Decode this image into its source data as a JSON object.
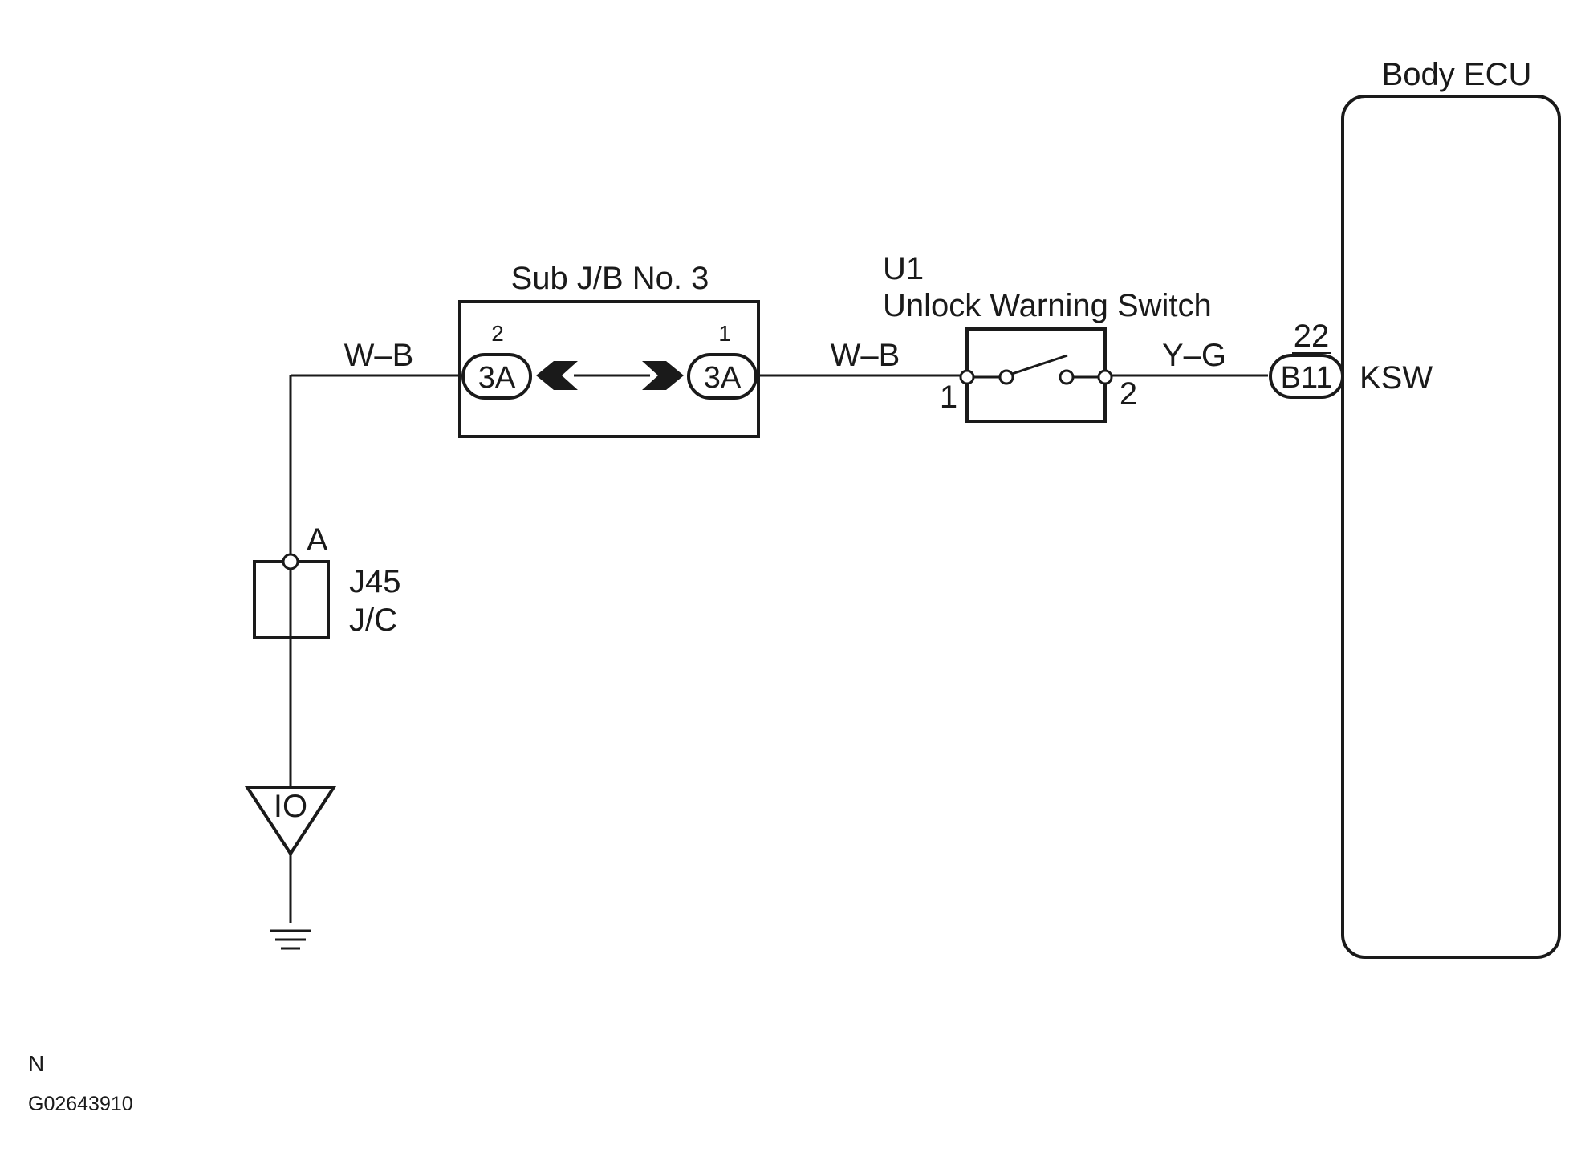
{
  "body_ecu": {
    "title": "Body ECU",
    "pin_number": "22",
    "connector": "B11",
    "terminal": "KSW"
  },
  "sub_jb": {
    "title": "Sub J/B No. 3",
    "left_pin": "2",
    "left_connector": "3A",
    "right_pin": "1",
    "right_connector": "3A"
  },
  "switch": {
    "code": "U1",
    "title": "Unlock Warning Switch",
    "pin_left": "1",
    "pin_right": "2"
  },
  "wires": {
    "left": "W–B",
    "middle": "W–B",
    "right": "Y–G"
  },
  "junction": {
    "point": "A",
    "code": "J45",
    "type": "J/C"
  },
  "ground": {
    "code": "IO"
  },
  "footer": {
    "letter": "N",
    "code": "G02643910"
  }
}
